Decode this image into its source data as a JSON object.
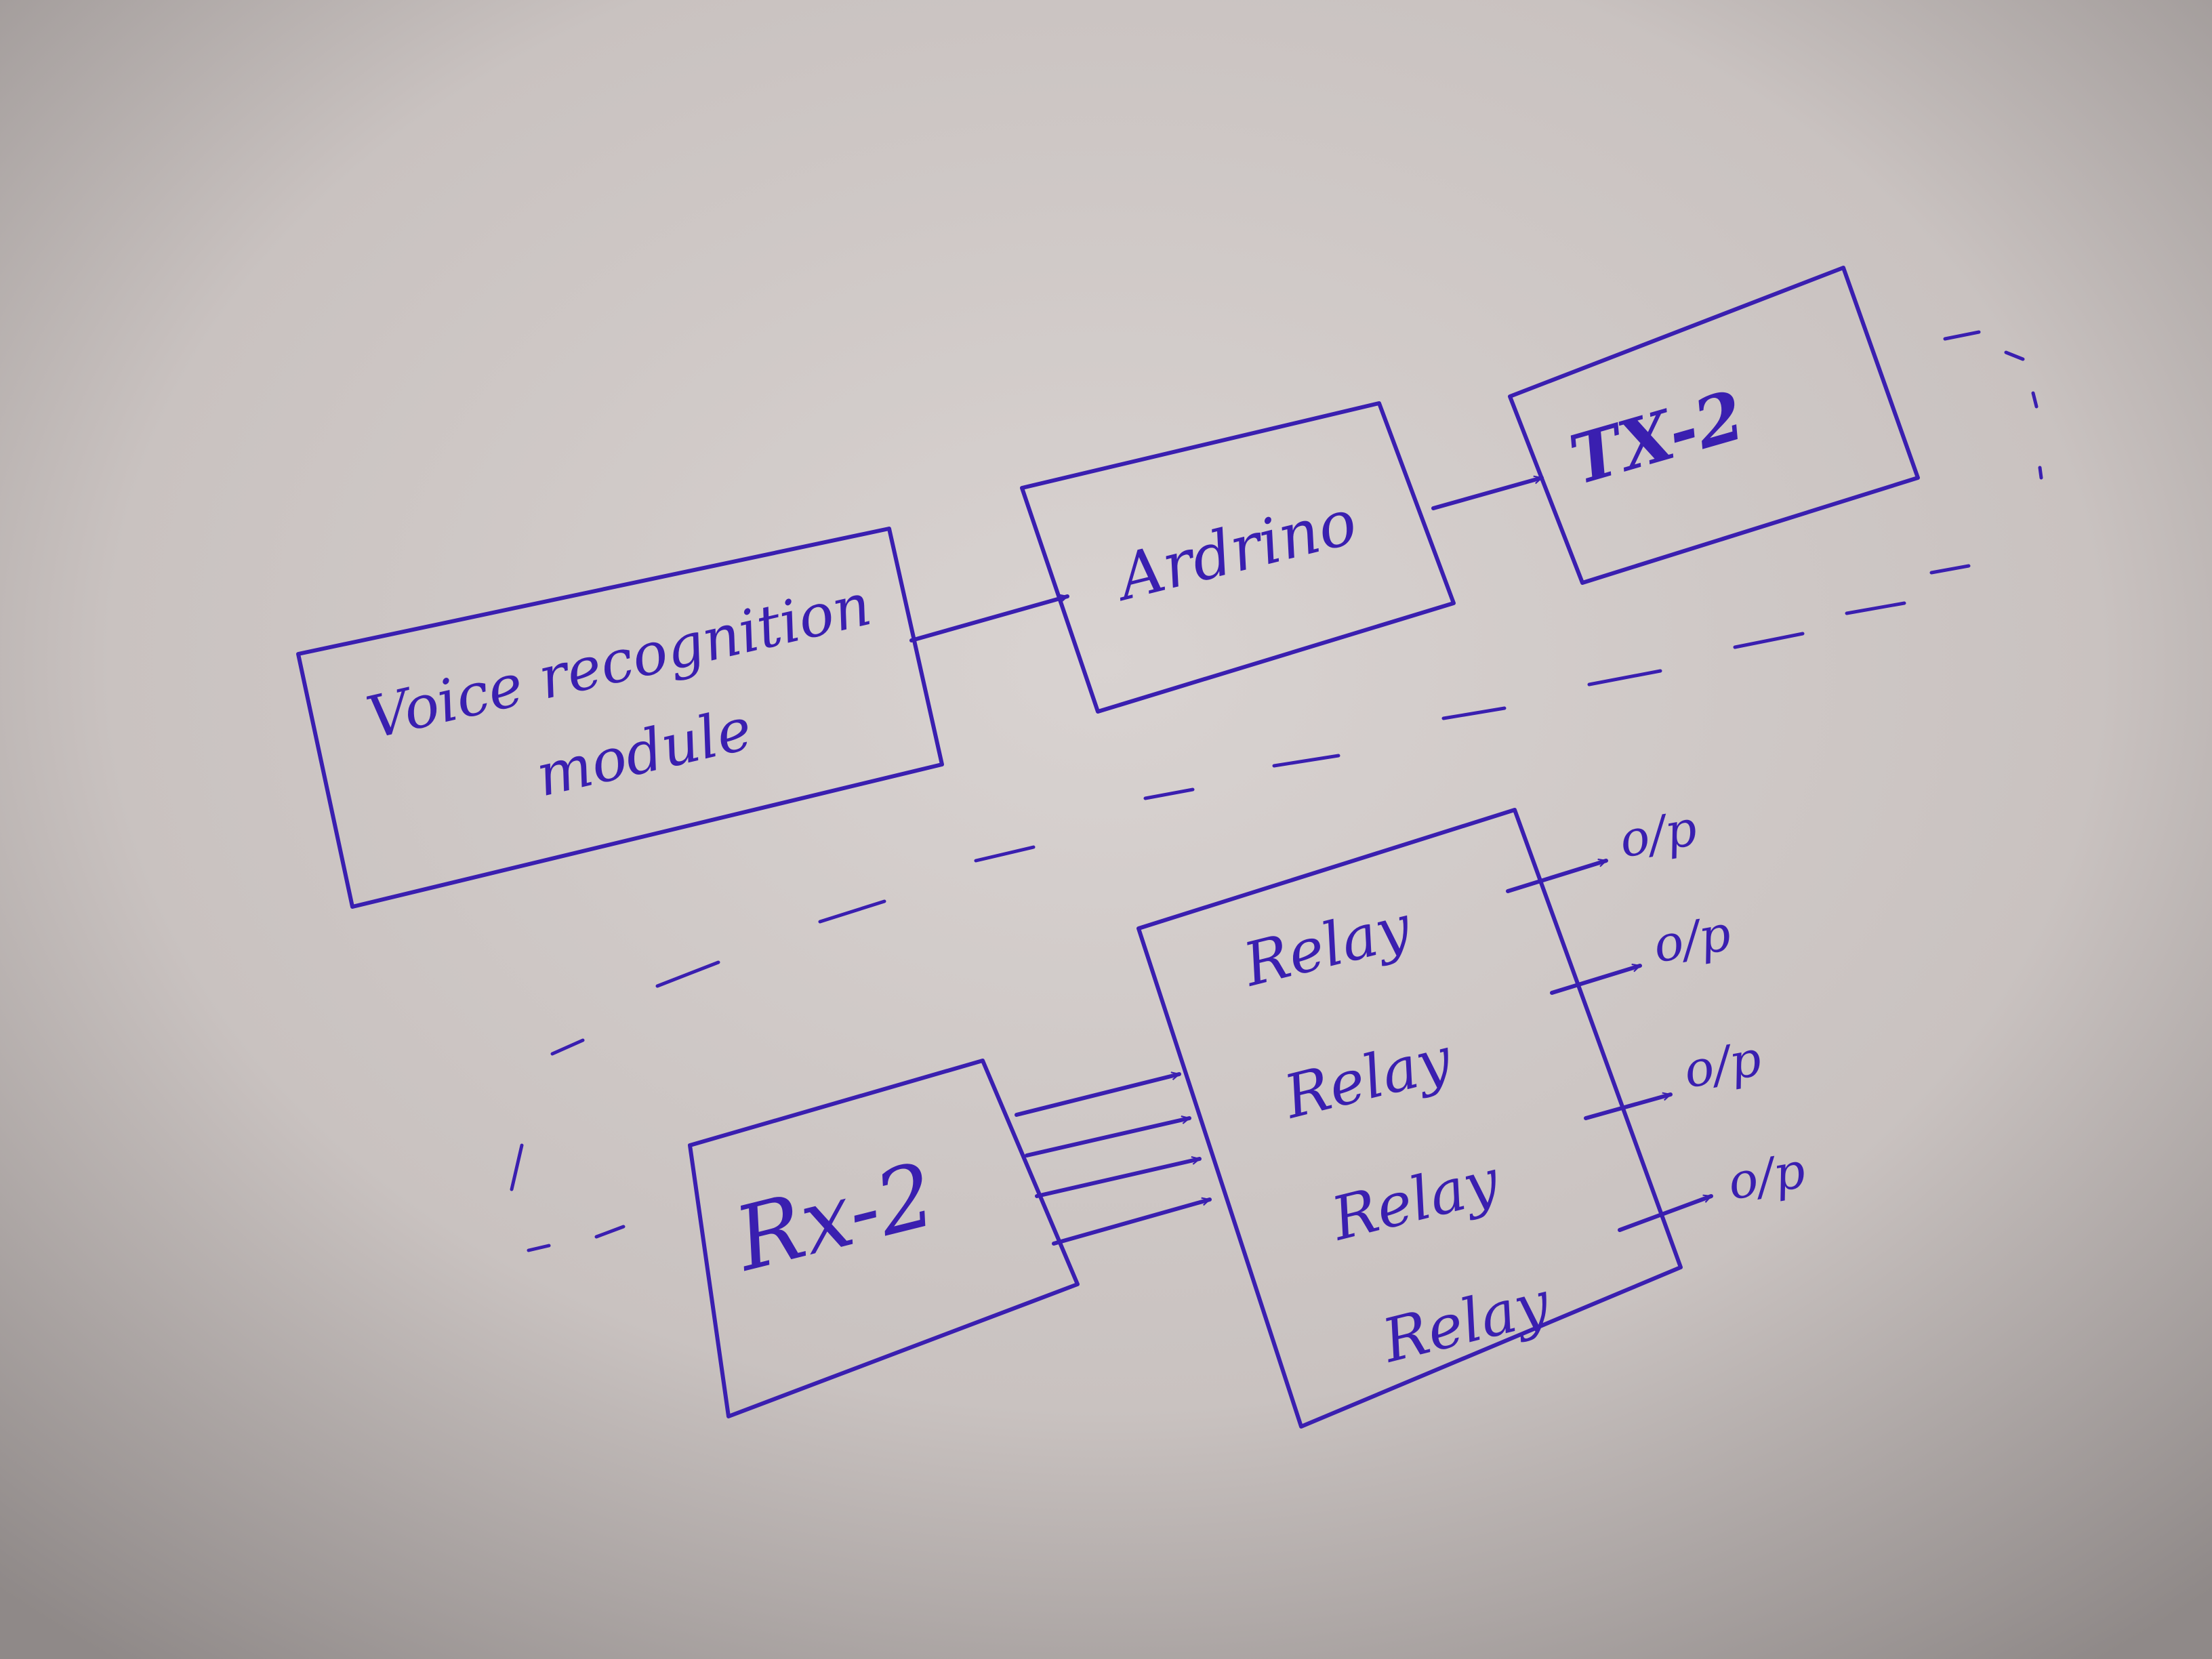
{
  "colors": {
    "paper": "#c9c2c0",
    "paper_light": "#d9d3d1",
    "paper_dark": "#8f8988",
    "ink": "#3a1fb0"
  },
  "blocks": {
    "voice_module": {
      "line1": "Voice recognition",
      "line2": "module"
    },
    "arduino": {
      "label": "Ardrino"
    },
    "tx": {
      "label": "TX-2"
    },
    "rx": {
      "label": "Rx-2"
    },
    "relays": [
      "Relay",
      "Relay",
      "Relay",
      "Relay"
    ]
  },
  "outputs": [
    "o/p",
    "o/p",
    "o/p",
    "o/p"
  ]
}
